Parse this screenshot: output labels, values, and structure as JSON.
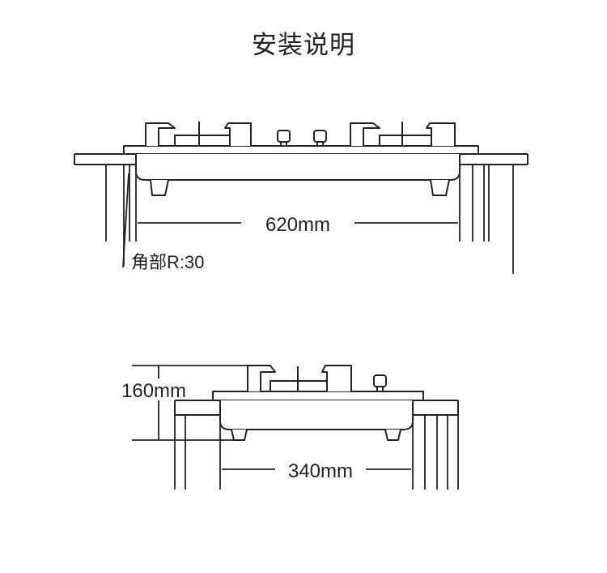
{
  "title": "安装说明",
  "front_view": {
    "width_label": "620mm",
    "corner_label": "角部R:30"
  },
  "side_view": {
    "height_label": "160mm",
    "depth_label": "340mm"
  },
  "colors": {
    "line": "#222222",
    "background": "#ffffff"
  }
}
